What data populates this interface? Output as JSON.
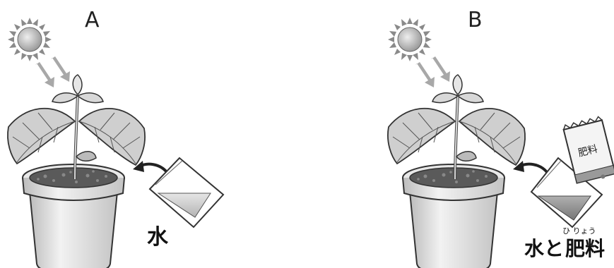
{
  "panels": [
    {
      "letter": "A",
      "caption": "水"
    },
    {
      "letter": "B",
      "caption_main": "水と",
      "caption_kanji": "肥料",
      "ruby": "ひ りょう",
      "bag_label": "肥料"
    }
  ],
  "colors": {
    "line": "#333333",
    "sun": "#9a9a9a",
    "pot": "#d9d9d9",
    "soil": "#555555",
    "leaf": "#cfcfcf",
    "water": "#bdbdbd",
    "fert_water": "#8c8c8c"
  }
}
